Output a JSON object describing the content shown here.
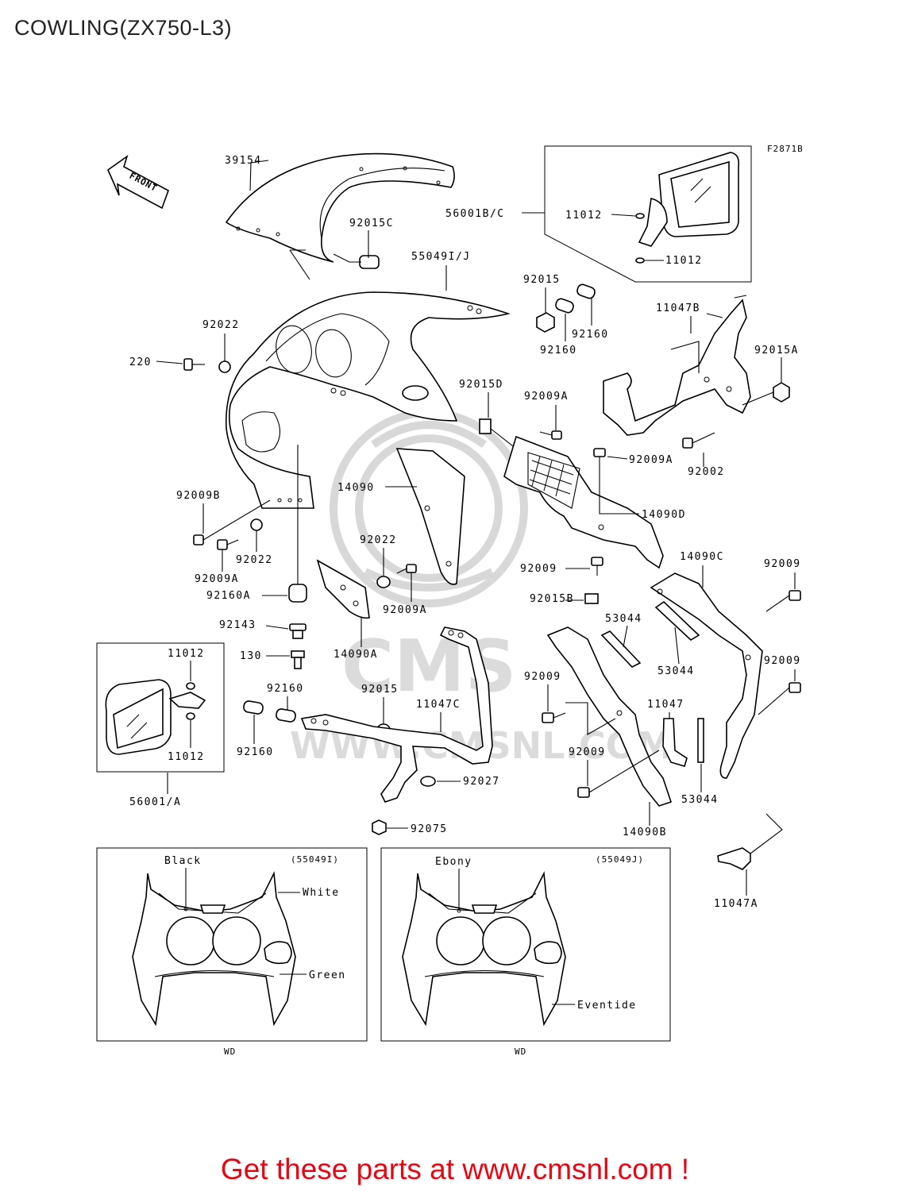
{
  "title": "COWLING(ZX750-L3)",
  "figure_code": "F2871B",
  "front_label": "FRONT",
  "watermark": "WWW.CMSNL.COM",
  "parts": {
    "p39154": "39154",
    "p92015C": "92015C",
    "p56001BC": "56001B/C",
    "p11012a": "11012",
    "p11012b": "11012",
    "p55049IJ": "55049I/J",
    "p92015a": "92015",
    "p92160a": "92160",
    "p92160b": "92160",
    "p11047B": "11047B",
    "p92015A": "92015A",
    "p92022a": "92022",
    "p220": "220",
    "p92015D": "92015D",
    "p92009A_a": "92009A",
    "p92009A_b": "92009A",
    "p92002": "92002",
    "p14090": "14090",
    "p14090D": "14090D",
    "p92009B": "92009B",
    "p92022b": "92022",
    "p92009A_c": "92009A",
    "p92022c": "92022",
    "p92009A_d": "92009A",
    "p92160A": "92160A",
    "p92143": "92143",
    "p130": "130",
    "p14090A": "14090A",
    "p92009a": "92009",
    "p92015B": "92015B",
    "p53044a": "53044",
    "p53044b": "53044",
    "p14090C": "14090C",
    "p92009b": "92009",
    "p92009c": "92009",
    "p11012c": "11012",
    "p11012d": "11012",
    "p56001A": "56001/A",
    "p92160c": "92160",
    "p92160d": "92160",
    "p92015b": "92015",
    "p11047C": "11047C",
    "p92009d": "92009",
    "p11047": "11047",
    "p92009e": "92009",
    "p53044c": "53044",
    "p92027": "92027",
    "p92075": "92075",
    "p14090B": "14090B",
    "p11047A": "11047A"
  },
  "inset_left": {
    "code": "(55049I)",
    "black": "Black",
    "white": "White",
    "green": "Green",
    "foot": "WD"
  },
  "inset_right": {
    "code": "(55049J)",
    "ebony": "Ebony",
    "eventide": "Eventide",
    "foot": "WD"
  },
  "footer": "Get these parts at www.cmsnl.com !"
}
